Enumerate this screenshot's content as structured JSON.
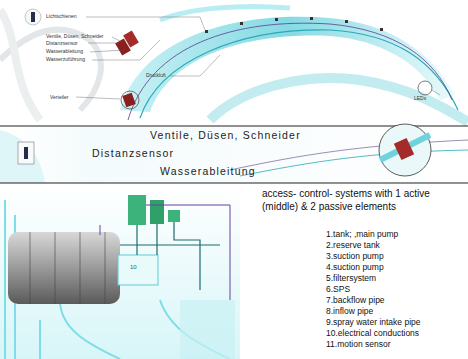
{
  "diagram": {
    "labels": [
      "Lichtschienen",
      "Ventile, Düsen, Schneider",
      "Distanzsensor",
      "Wasserableitung",
      "Wasserzuführung",
      "Druckluft",
      "Verteiler",
      "LEDs",
      "Ventile, Düsen, Schneider",
      "Distanzsensor",
      "Wasserableitung",
      "access- control- systems with 1 active (middle) & 2 passive elements",
      "1.tank; ,main pump",
      "2.reserve tank",
      "3.suction pump",
      "4.suction pump",
      "5.filtersystem",
      "6.SPS",
      "7.backflow pipe",
      "8.inflow pipe",
      "9.spray water intake pipe",
      "10.electrical conductions",
      "11.motion sensor",
      "10"
    ]
  }
}
